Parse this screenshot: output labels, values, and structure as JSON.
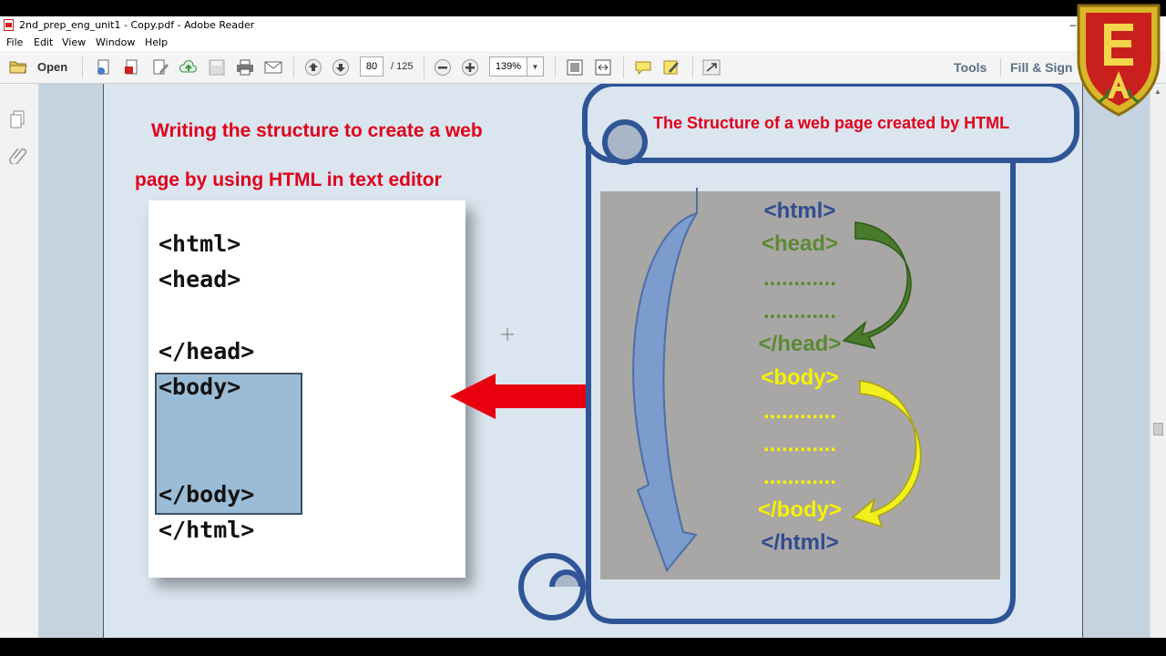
{
  "window": {
    "title": "2nd_prep_eng_unit1 - Copy.pdf - Adobe Reader"
  },
  "menu": [
    "File",
    "Edit",
    "View",
    "Window",
    "Help"
  ],
  "toolbar": {
    "open_label": "Open",
    "page_current": "80",
    "page_total": "/ 125",
    "zoom": "139%",
    "tools_label": "Tools",
    "fill_sign_label": "Fill & Sign"
  },
  "document": {
    "heading_line1": "Writing the structure to create a web",
    "heading_line2": "page by using HTML in text editor",
    "code_lines": [
      "<html>",
      "<head>",
      "</head>",
      "<body>",
      "</body>",
      "</html>"
    ],
    "scroll_title": "The Structure of a web page created by HTML",
    "tags": {
      "html_open": "<html>",
      "head_open": "<head>",
      "head_dots1": "............",
      "head_dots2": "............",
      "head_close": "</head>",
      "body_open": "<body>",
      "body_dots1": "............",
      "body_dots2": "............",
      "body_dots3": "............",
      "body_close": "</body>",
      "html_close": "</html>"
    }
  },
  "colors": {
    "heading_red": "#e0001a",
    "html_tag_blue": "#2e4d8f",
    "head_tag_green": "#5a8a32",
    "body_tag_yellow": "#f5f200",
    "scroll_border": "#2f5597",
    "grey_panel": "#a9a6a6"
  },
  "icons": [
    "folder-icon",
    "logo-emblem"
  ]
}
